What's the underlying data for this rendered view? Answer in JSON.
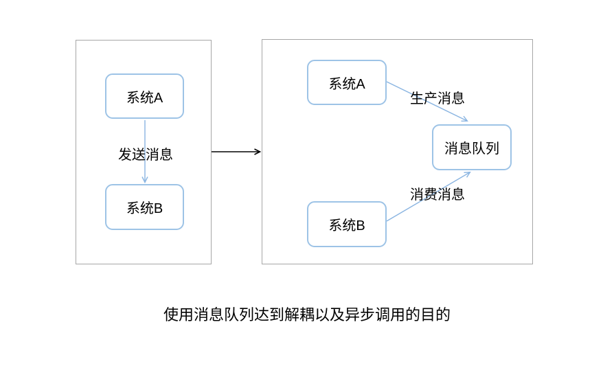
{
  "caption": "使用消息队列达到解耦以及异步调用的目的",
  "colors": {
    "background": "#ffffff",
    "panel_border": "#a6a6a6",
    "node_border": "#9dc3e6",
    "arrow_blue": "#89b4e1",
    "arrow_black": "#000000",
    "text": "#000000"
  },
  "before_panel": {
    "system_a": "系统A",
    "system_b": "系统B",
    "send_label": "发送消息"
  },
  "after_panel": {
    "system_a": "系统A",
    "queue": "消息队列",
    "system_b": "系统B",
    "produce_label": "生产消息",
    "consume_label": "消费消息"
  }
}
